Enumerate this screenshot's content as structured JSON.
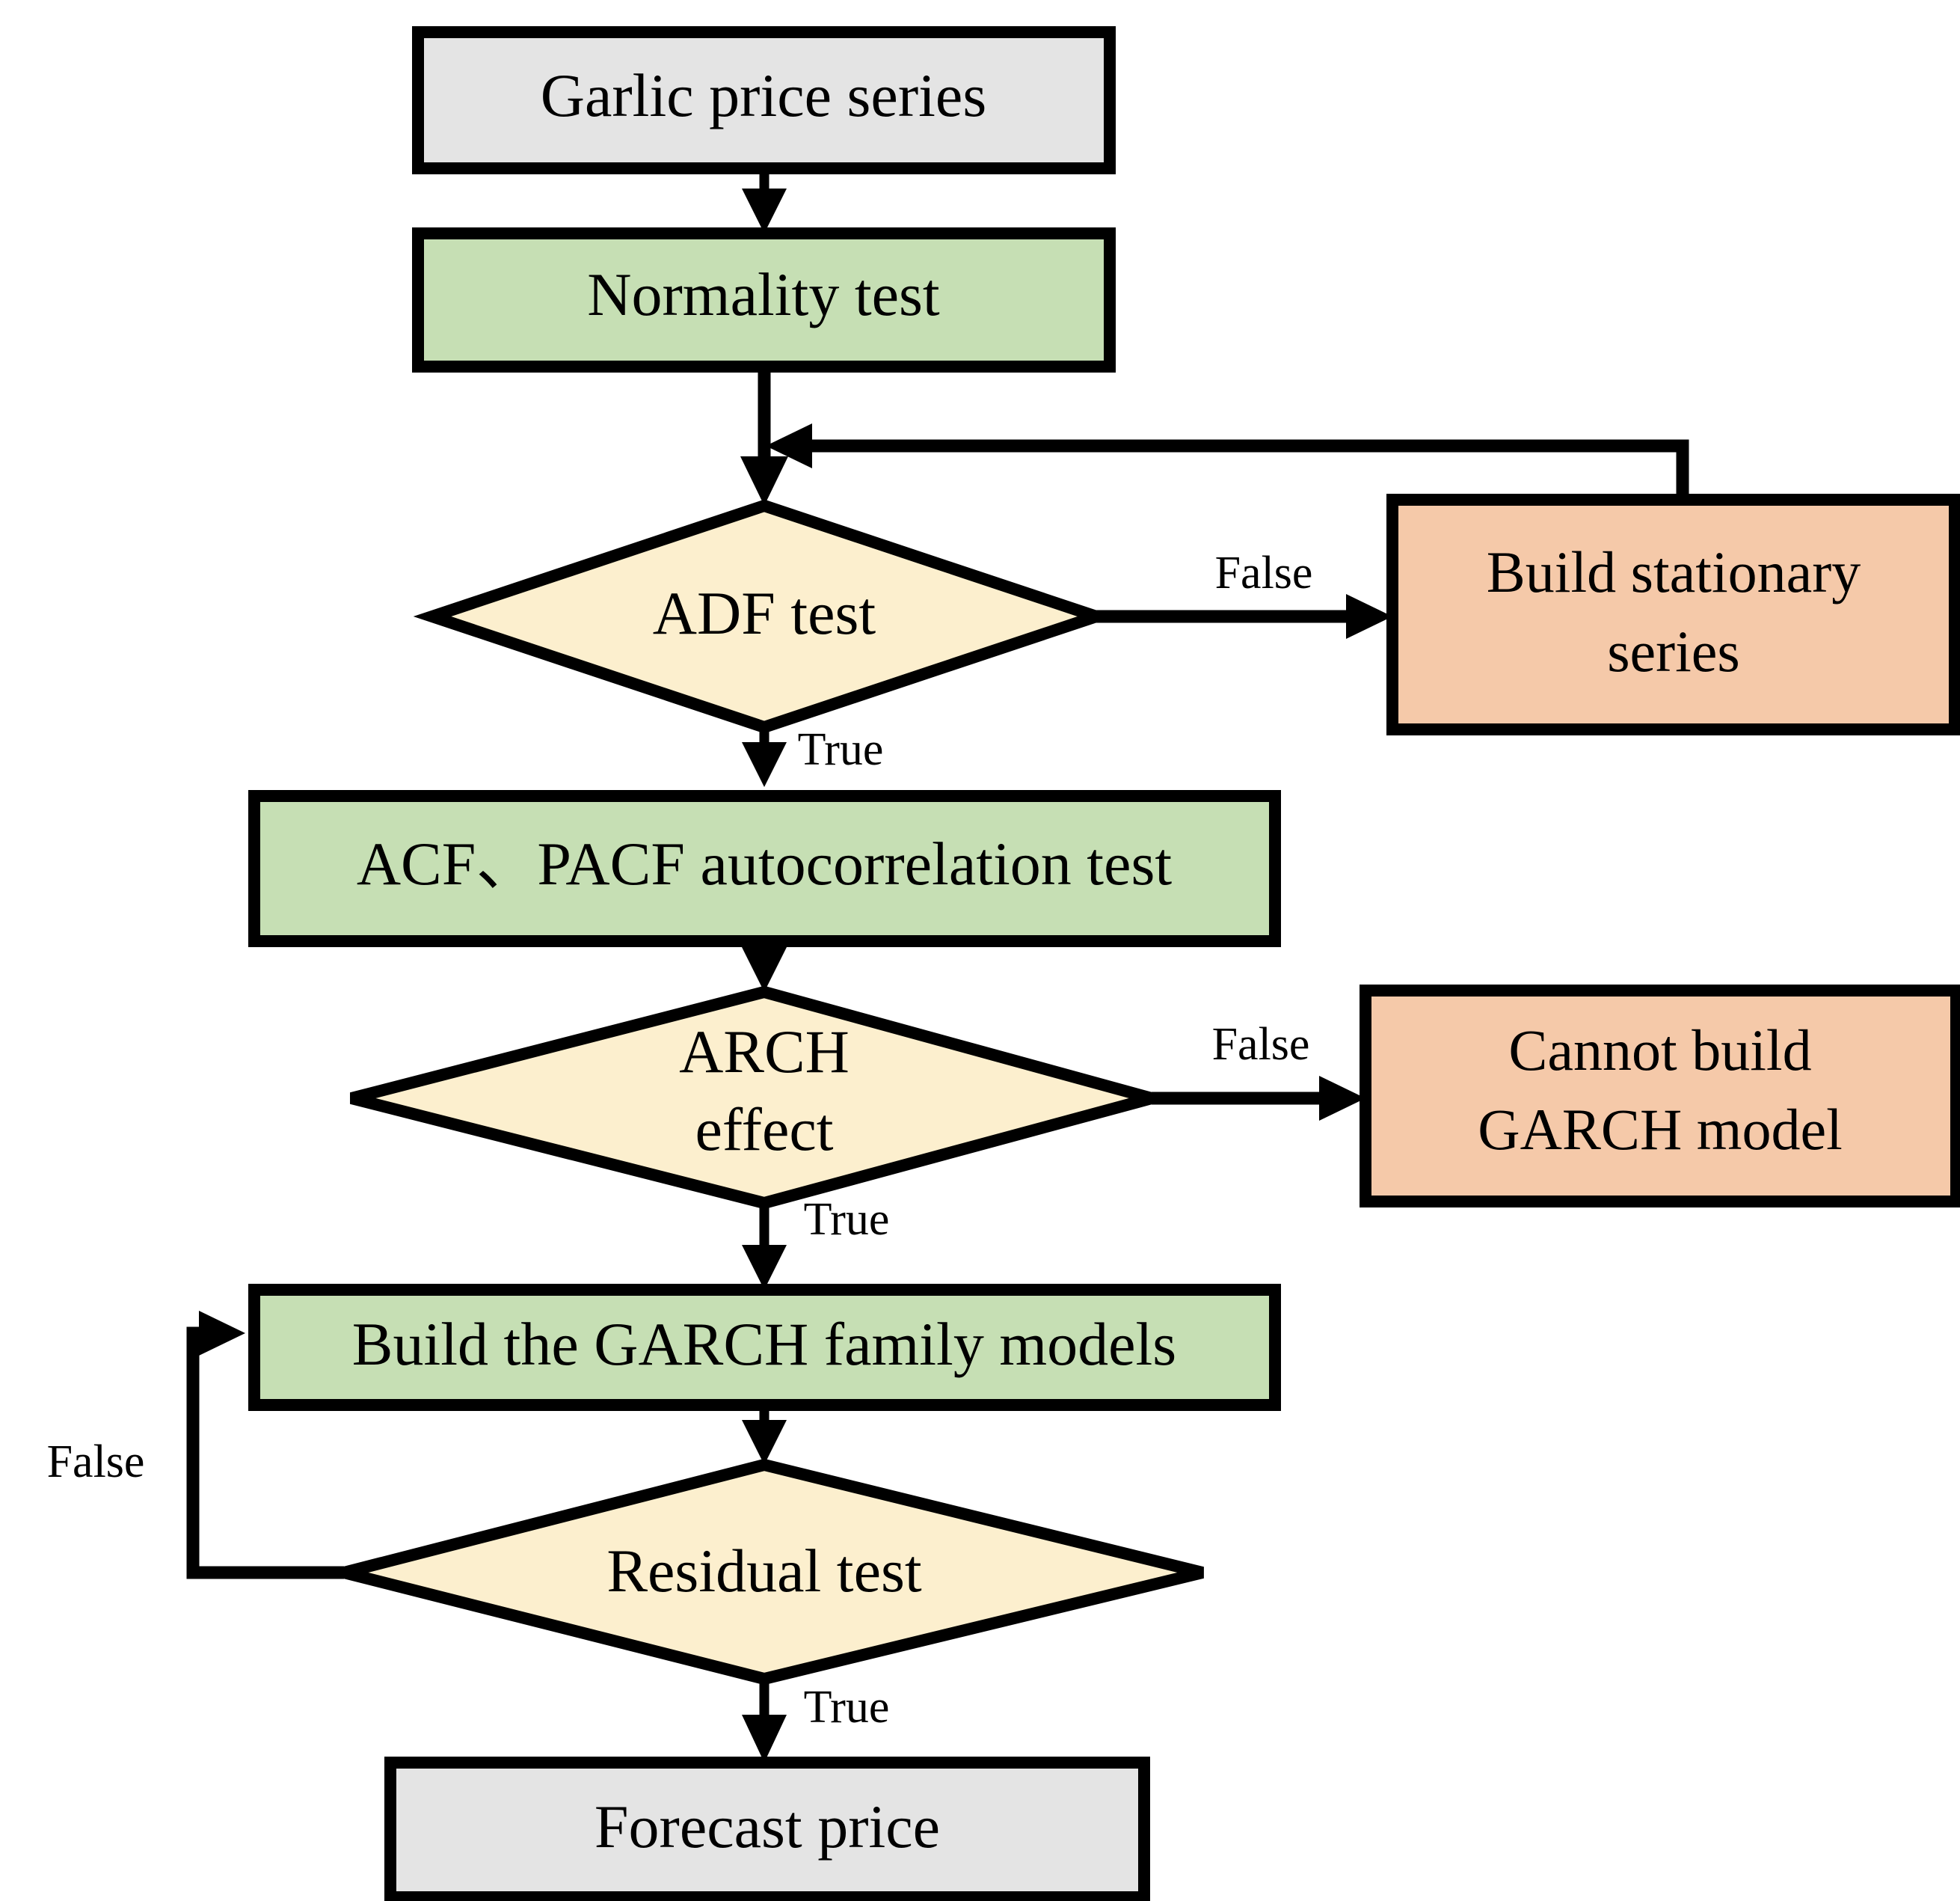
{
  "diagram": {
    "title": "Garlic price GARCH modelling flowchart",
    "colors": {
      "grey_fill": "#E4E4E4",
      "green_fill": "#C6DFB4",
      "salmon_fill": "#F5C9A9",
      "cream_fill": "#FCEFCE",
      "stroke": "#000000",
      "background": "#FFFFFF"
    },
    "nodes": [
      {
        "id": "garlic-price-series",
        "label": "Garlic price series",
        "shape": "rectangle",
        "fill": "grey_fill"
      },
      {
        "id": "normality-test",
        "label": "Normality test",
        "shape": "rectangle",
        "fill": "green_fill"
      },
      {
        "id": "adf-test",
        "label": "ADF test",
        "shape": "diamond",
        "fill": "cream_fill"
      },
      {
        "id": "build-stationary",
        "label_line1": "Build stationary",
        "label_line2": "series",
        "shape": "rectangle",
        "fill": "salmon_fill"
      },
      {
        "id": "acf-pacf-test",
        "label": "ACF、PACF autocorrelation test",
        "shape": "rectangle",
        "fill": "green_fill"
      },
      {
        "id": "arch-effect",
        "label_line1": "ARCH",
        "label_line2": "effect",
        "shape": "diamond",
        "fill": "cream_fill"
      },
      {
        "id": "cannot-build-garch",
        "label_line1": "Cannot build",
        "label_line2": "GARCH model",
        "shape": "rectangle",
        "fill": "salmon_fill"
      },
      {
        "id": "build-garch-models",
        "label": "Build the GARCH family models",
        "shape": "rectangle",
        "fill": "green_fill"
      },
      {
        "id": "residual-test",
        "label": "Residual test",
        "shape": "diamond",
        "fill": "cream_fill"
      },
      {
        "id": "forecast-price",
        "label": "Forecast price",
        "shape": "rectangle",
        "fill": "grey_fill"
      }
    ],
    "edges": [
      {
        "from": "garlic-price-series",
        "to": "normality-test",
        "label": ""
      },
      {
        "from": "normality-test",
        "to": "adf-test",
        "label": ""
      },
      {
        "from": "adf-test",
        "to": "build-stationary",
        "label": "False"
      },
      {
        "from": "build-stationary",
        "to": "adf-test",
        "label": ""
      },
      {
        "from": "adf-test",
        "to": "acf-pacf-test",
        "label": "True"
      },
      {
        "from": "acf-pacf-test",
        "to": "arch-effect",
        "label": ""
      },
      {
        "from": "arch-effect",
        "to": "cannot-build-garch",
        "label": "False"
      },
      {
        "from": "arch-effect",
        "to": "build-garch-models",
        "label": "True"
      },
      {
        "from": "build-garch-models",
        "to": "residual-test",
        "label": ""
      },
      {
        "from": "residual-test",
        "to": "build-garch-models",
        "label": "False"
      },
      {
        "from": "residual-test",
        "to": "forecast-price",
        "label": "True"
      }
    ],
    "edge_labels": {
      "adf_false": "False",
      "adf_true": "True",
      "arch_false": "False",
      "arch_true": "True",
      "residual_false": "False",
      "residual_true": "True"
    }
  }
}
